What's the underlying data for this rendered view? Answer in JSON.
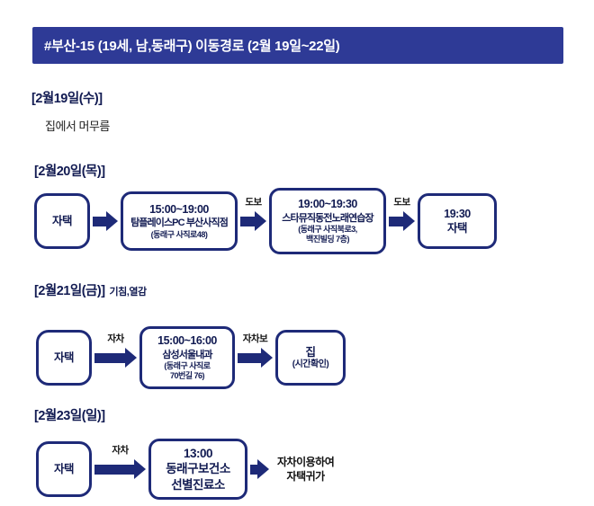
{
  "header": {
    "title": "#부산-15 (19세, 남,동래구) 이동경로 (2월 19일~22일)"
  },
  "colors": {
    "navy": "#1e2a78",
    "header_bg": "#2e3a96",
    "text_dark": "#121b52"
  },
  "sections": {
    "day1": {
      "date": "[2월19일(수)]",
      "note": "집에서 머무름"
    },
    "day2": {
      "date": "[2월20일(목)]",
      "home_start": "자택",
      "stop1_time": "15:00~19:00",
      "stop1_name": "탐플레이스PC 부산사직점",
      "stop1_addr": "(동래구 사직로48)",
      "arrow2_label": "도보",
      "stop2_time": "19:00~19:30",
      "stop2_name": "스타뮤직동전노래연습장",
      "stop2_addr1": "(동래구 사직북로3,",
      "stop2_addr2": "백진빌딩 7층)",
      "arrow3_label": "도보",
      "end_time": "19:30",
      "end_name": "자택"
    },
    "day3": {
      "date": "[2월21일(금)]",
      "symptom": "기침,열감",
      "home_start": "자택",
      "arrow1_label": "자차",
      "stop1_time": "15:00~16:00",
      "stop1_name": "삼성서울내과",
      "stop1_addr1": "(동래구 사직로",
      "stop1_addr2": "70번길 76)",
      "arrow2_label": "자차보",
      "end_name": "집",
      "end_note": "(시간확인)"
    },
    "day4": {
      "date": "[2월23일(일)]",
      "home_start": "자택",
      "arrow1_label": "자차",
      "stop1_time": "13:00",
      "stop1_name1": "동래구보건소",
      "stop1_name2": "선별진료소",
      "end_line1": "자차이용하여",
      "end_line2": "자택귀가"
    }
  }
}
